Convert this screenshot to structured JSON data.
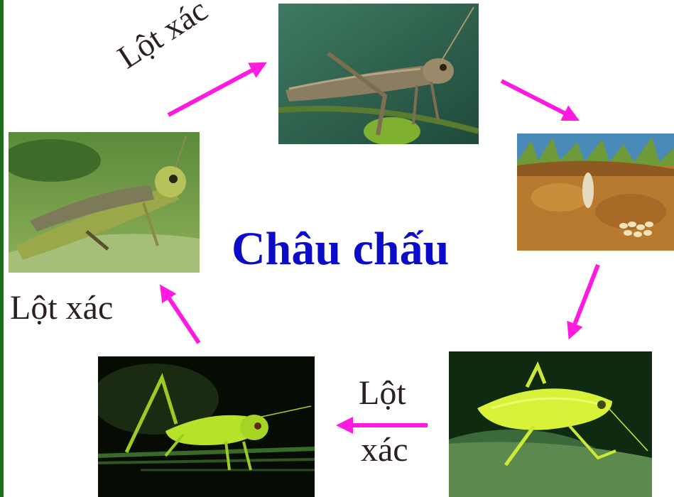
{
  "title": "Châu chấu",
  "labels": {
    "top_left": "Lột xác",
    "left": "Lột xác",
    "bottom_line1": "Lột",
    "bottom_line2": "xác"
  },
  "colors": {
    "title": "#0c0cc8",
    "arrow": "#ff1adf",
    "label": "#2a2020",
    "edge": "#1e6b1e"
  },
  "photos": [
    {
      "name": "adult-grasshopper-photo"
    },
    {
      "name": "eggs-in-soil-photo"
    },
    {
      "name": "nymph-early-photo"
    },
    {
      "name": "nymph-late-photo"
    },
    {
      "name": "adult-green-grasshopper-photo"
    }
  ]
}
